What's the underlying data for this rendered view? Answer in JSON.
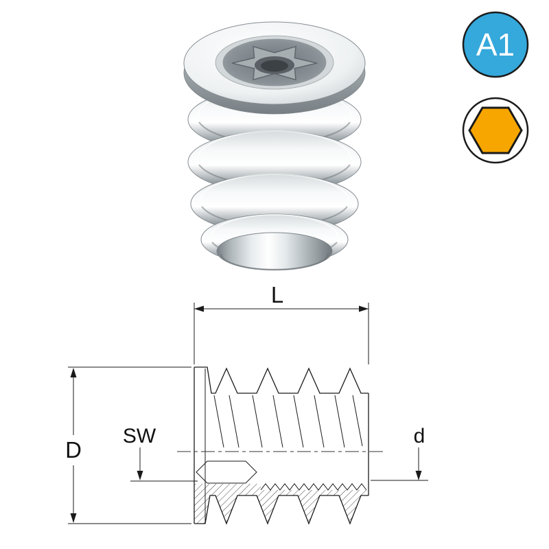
{
  "product": {
    "name": "threaded-insert",
    "description": "flanged threaded insert, 3d render above section drawing"
  },
  "badges": {
    "a1": {
      "label": "A1",
      "bg_color": "#35a8dc",
      "text_color": "#ffffff",
      "border_color": "#1a1a1a"
    },
    "hex": {
      "shape": "hexagon",
      "fill_color": "#f7a600",
      "bg_color": "#ffffff",
      "border_color": "#1a1a1a"
    }
  },
  "dimensions": {
    "length_label": "L",
    "outer_diameter_label": "D",
    "wrench_size_label": "SW",
    "inner_diameter_label": "d"
  },
  "colors": {
    "line": "#1a1a1a",
    "background": "#ffffff"
  }
}
